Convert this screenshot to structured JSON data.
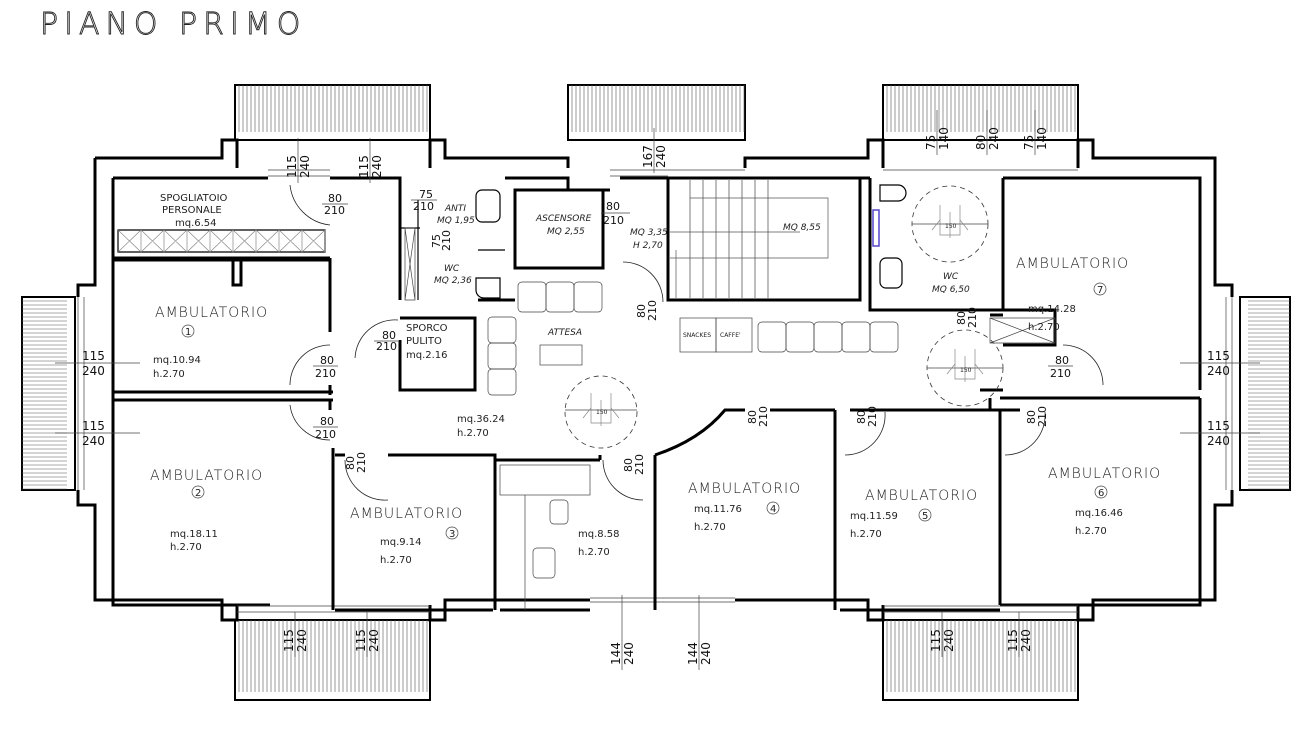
{
  "title": "PIANO PRIMO",
  "rooms": {
    "spogliatoio": {
      "name1": "SPOGLIATOIO",
      "name2": "PERSONALE",
      "area": "mq.6.54"
    },
    "amb1": {
      "name": "AMBULATORIO",
      "number": "1",
      "area": "mq.10.94",
      "height": "h.2.70"
    },
    "amb2": {
      "name": "AMBULATORIO",
      "number": "2",
      "area": "mq.18.11",
      "height": "h.2.70"
    },
    "amb3": {
      "name": "AMBULATORIO",
      "number": "3",
      "area": "mq.9.14",
      "height": "h.2.70"
    },
    "amb4": {
      "name": "AMBULATORIO",
      "number": "4",
      "area": "mq.11.76",
      "height": "h.2.70"
    },
    "amb5": {
      "name": "AMBULATORIO",
      "number": "5",
      "area": "mq.11.59",
      "height": "h.2.70"
    },
    "amb6": {
      "name": "AMBULATORIO",
      "number": "6",
      "area": "mq.16.46",
      "height": "h.2.70"
    },
    "amb7": {
      "name": "AMBULATORIO",
      "number": "7",
      "area": "mq.14.28",
      "height": "h.2.70"
    },
    "anti": {
      "name": "ANTI",
      "area": "MQ 1,95"
    },
    "wc_small": {
      "name": "WC",
      "area": "MQ 2,36"
    },
    "sporco": {
      "name1": "SPORCO",
      "name2": "PULITO",
      "area": "mq.2.16"
    },
    "ascensore": {
      "name": "ASCENSORE",
      "area": "MQ 2,55"
    },
    "landing": {
      "area": "MQ 3,35",
      "height": "H 2,70"
    },
    "stairs": {
      "area": "MQ 8,55"
    },
    "wc_large": {
      "name": "WC",
      "area": "MQ 6,50"
    },
    "attesa": {
      "name": "ATTESA",
      "area": "mq.36.24",
      "height": "h.2.70"
    },
    "office": {
      "area": "mq.8.58",
      "height": "h.2.70"
    },
    "vending": {
      "snacks": "SNACKES",
      "coffee": "CAFFE'"
    }
  },
  "turning_circle_label": "150",
  "window_dims": [
    {
      "w": "115",
      "h": "240"
    },
    {
      "w": "115",
      "h": "240"
    },
    {
      "w": "167",
      "h": "240"
    },
    {
      "w": "75",
      "h": "140"
    },
    {
      "w": "80",
      "h": "240"
    },
    {
      "w": "75",
      "h": "140"
    },
    {
      "w": "115",
      "h": "240"
    },
    {
      "w": "115",
      "h": "240"
    },
    {
      "w": "115",
      "h": "240"
    },
    {
      "w": "115",
      "h": "240"
    },
    {
      "w": "144",
      "h": "240"
    },
    {
      "w": "144",
      "h": "240"
    },
    {
      "w": "115",
      "h": "240"
    },
    {
      "w": "115",
      "h": "240"
    }
  ],
  "door_dims": [
    {
      "w": "80",
      "h": "210"
    },
    {
      "w": "75",
      "h": "210"
    },
    {
      "w": "75",
      "h": "210"
    },
    {
      "w": "80",
      "h": "210"
    },
    {
      "w": "80",
      "h": "210"
    },
    {
      "w": "80",
      "h": "210"
    },
    {
      "w": "80",
      "h": "210"
    },
    {
      "w": "80",
      "h": "210"
    },
    {
      "w": "80",
      "h": "210"
    },
    {
      "w": "80",
      "h": "210"
    },
    {
      "w": "80",
      "h": "210"
    },
    {
      "w": "80",
      "h": "210"
    },
    {
      "w": "80",
      "h": "210"
    },
    {
      "w": "80",
      "h": "210"
    },
    {
      "w": "80",
      "h": "210"
    }
  ]
}
